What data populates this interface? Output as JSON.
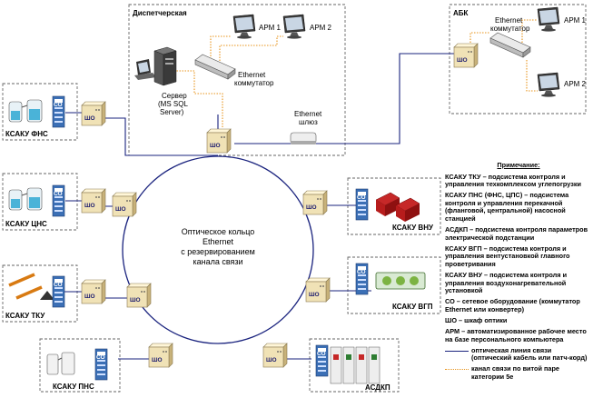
{
  "zones": {
    "dispatch": "Диспетчерская",
    "abk": "АБК"
  },
  "nodes": {
    "arm1": "АРМ 1",
    "arm2": "АРМ 2",
    "abk_arm1": "АРМ 1",
    "abk_arm2": "АРМ 2",
    "server_l1": "Сервер",
    "server_l2": "(MS SQL",
    "server_l3": "Server)",
    "switch_l1": "Ethernet",
    "switch_l2": "коммутатор",
    "abk_switch_l1": "Ethernet",
    "abk_switch_l2": "коммутатор",
    "gateway_l1": "Ethernet",
    "gateway_l2": "шлюз",
    "cabinet": "ШО",
    "controller": "СО"
  },
  "ring": {
    "l1": "Оптическое кольцо",
    "l2": "Ethernet",
    "l3": "с резервированием",
    "l4": "канала связи"
  },
  "subsystems": {
    "fns": "КСАКУ ФНС",
    "cns": "КСАКУ ЦНС",
    "tku": "КСАКУ ТКУ",
    "pns": "КСАКУ ПНС",
    "vnu": "КСАКУ ВНУ",
    "vgp": "КСАКУ ВГП",
    "asdkp": "АСДКП"
  },
  "notes": {
    "title": "Примечание:",
    "items": [
      "КСАКУ ТКУ – подсистема контроля и управления техкомплексом углепогрузки",
      "КСАКУ ПНС (ФНС, ЦПС) – подсистема контроля и управления перекачной (фланговой, центральной) насосной станцией",
      "АСДКП – подсистема контроля параметров электрической подстанции",
      "КСАКУ ВГП – подсистема контроля и управления вентустановкой главного проветривания",
      "КСАКУ ВНУ – подсистема контроля и управления воздухонагревательной установкой",
      "СО – сетевое оборудование (коммутатор Ethernet или конвертер)",
      "ШО – шкаф оптики",
      "АРМ – автоматизированное рабочее место на базе персонального компьютера"
    ],
    "legend_fiber": "оптическая линия связи (оптический кабель или патч-корд)",
    "legend_twisted": "канал связи по витой паре категории 5е"
  },
  "colors": {
    "fiber": "#1a237e",
    "twisted": "#e8941d",
    "cabinet": "#f0e2b6",
    "controller": "#3b6fb5"
  }
}
